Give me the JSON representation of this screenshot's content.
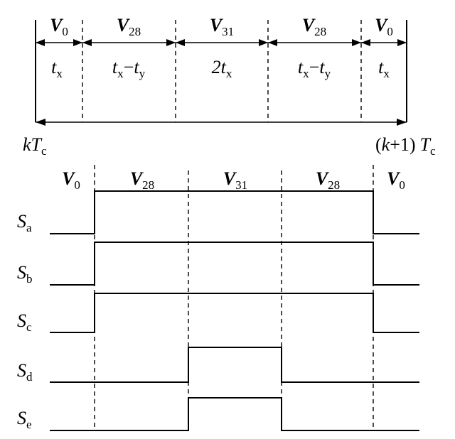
{
  "top_timing": {
    "segments": [
      {
        "vector_base": "V",
        "vector_sub": "0",
        "dur_main": "t",
        "dur_main_sub": "x",
        "dur_op": "",
        "dur_second": "",
        "dur_second_sub": ""
      },
      {
        "vector_base": "V",
        "vector_sub": "28",
        "dur_main": "t",
        "dur_main_sub": "x",
        "dur_op": "−",
        "dur_second": "t",
        "dur_second_sub": "y"
      },
      {
        "vector_base": "V",
        "vector_sub": "31",
        "dur_main": "2t",
        "dur_main_sub": "x",
        "dur_op": "",
        "dur_second": "",
        "dur_second_sub": ""
      },
      {
        "vector_base": "V",
        "vector_sub": "28",
        "dur_main": "t",
        "dur_main_sub": "x",
        "dur_op": "−",
        "dur_second": "t",
        "dur_second_sub": "y"
      },
      {
        "vector_base": "V",
        "vector_sub": "0",
        "dur_main": "t",
        "dur_main_sub": "x",
        "dur_op": "",
        "dur_second": "",
        "dur_second_sub": ""
      }
    ],
    "start_label": {
      "k": "k",
      "T": "T",
      "sub": "c"
    },
    "end_label": {
      "open": "(",
      "k": "k",
      "plus": "+1)",
      "T": "T",
      "sub": "c"
    }
  },
  "switching": {
    "vectors": [
      {
        "base": "V",
        "sub": "0"
      },
      {
        "base": "V",
        "sub": "28"
      },
      {
        "base": "V",
        "sub": "31"
      },
      {
        "base": "V",
        "sub": "28"
      },
      {
        "base": "V",
        "sub": "0"
      }
    ],
    "signals": [
      {
        "base": "S",
        "sub": "a",
        "pattern": [
          0,
          1,
          1,
          1,
          0
        ]
      },
      {
        "base": "S",
        "sub": "b",
        "pattern": [
          0,
          1,
          1,
          1,
          0
        ]
      },
      {
        "base": "S",
        "sub": "c",
        "pattern": [
          0,
          1,
          1,
          1,
          0
        ]
      },
      {
        "base": "S",
        "sub": "d",
        "pattern": [
          0,
          0,
          1,
          0,
          0
        ]
      },
      {
        "base": "S",
        "sub": "e",
        "pattern": [
          0,
          0,
          1,
          0,
          0
        ]
      }
    ]
  }
}
